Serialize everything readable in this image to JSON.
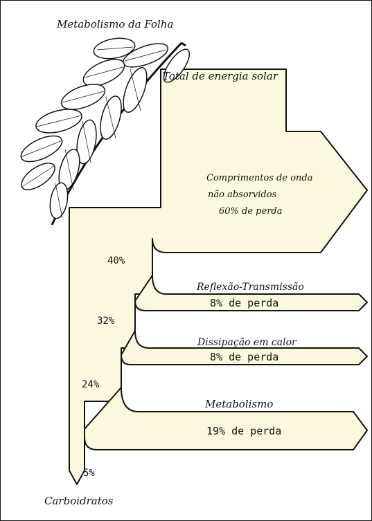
{
  "title": "Metabolismo da Folha",
  "input_label": "Total de energia solar",
  "output_label": "Carboidratos",
  "branches": [
    {
      "line1": "Comprimentos de onda",
      "line2": "não absorvidos",
      "line3": "60% de perda"
    },
    {
      "title": "Reflexão-Transmissão",
      "loss": "8% de perda"
    },
    {
      "title": "Dissipação em calor",
      "loss": "8% de perda"
    },
    {
      "title": "Metabolismo",
      "loss": "19% de perda"
    }
  ],
  "remaining": [
    "40%",
    "32%",
    "24%",
    "5%"
  ],
  "colors": {
    "flow_fill": "#FBF8DE",
    "outline": "#111111"
  },
  "icons": {
    "leaf": "compound-leaf-illustration"
  }
}
